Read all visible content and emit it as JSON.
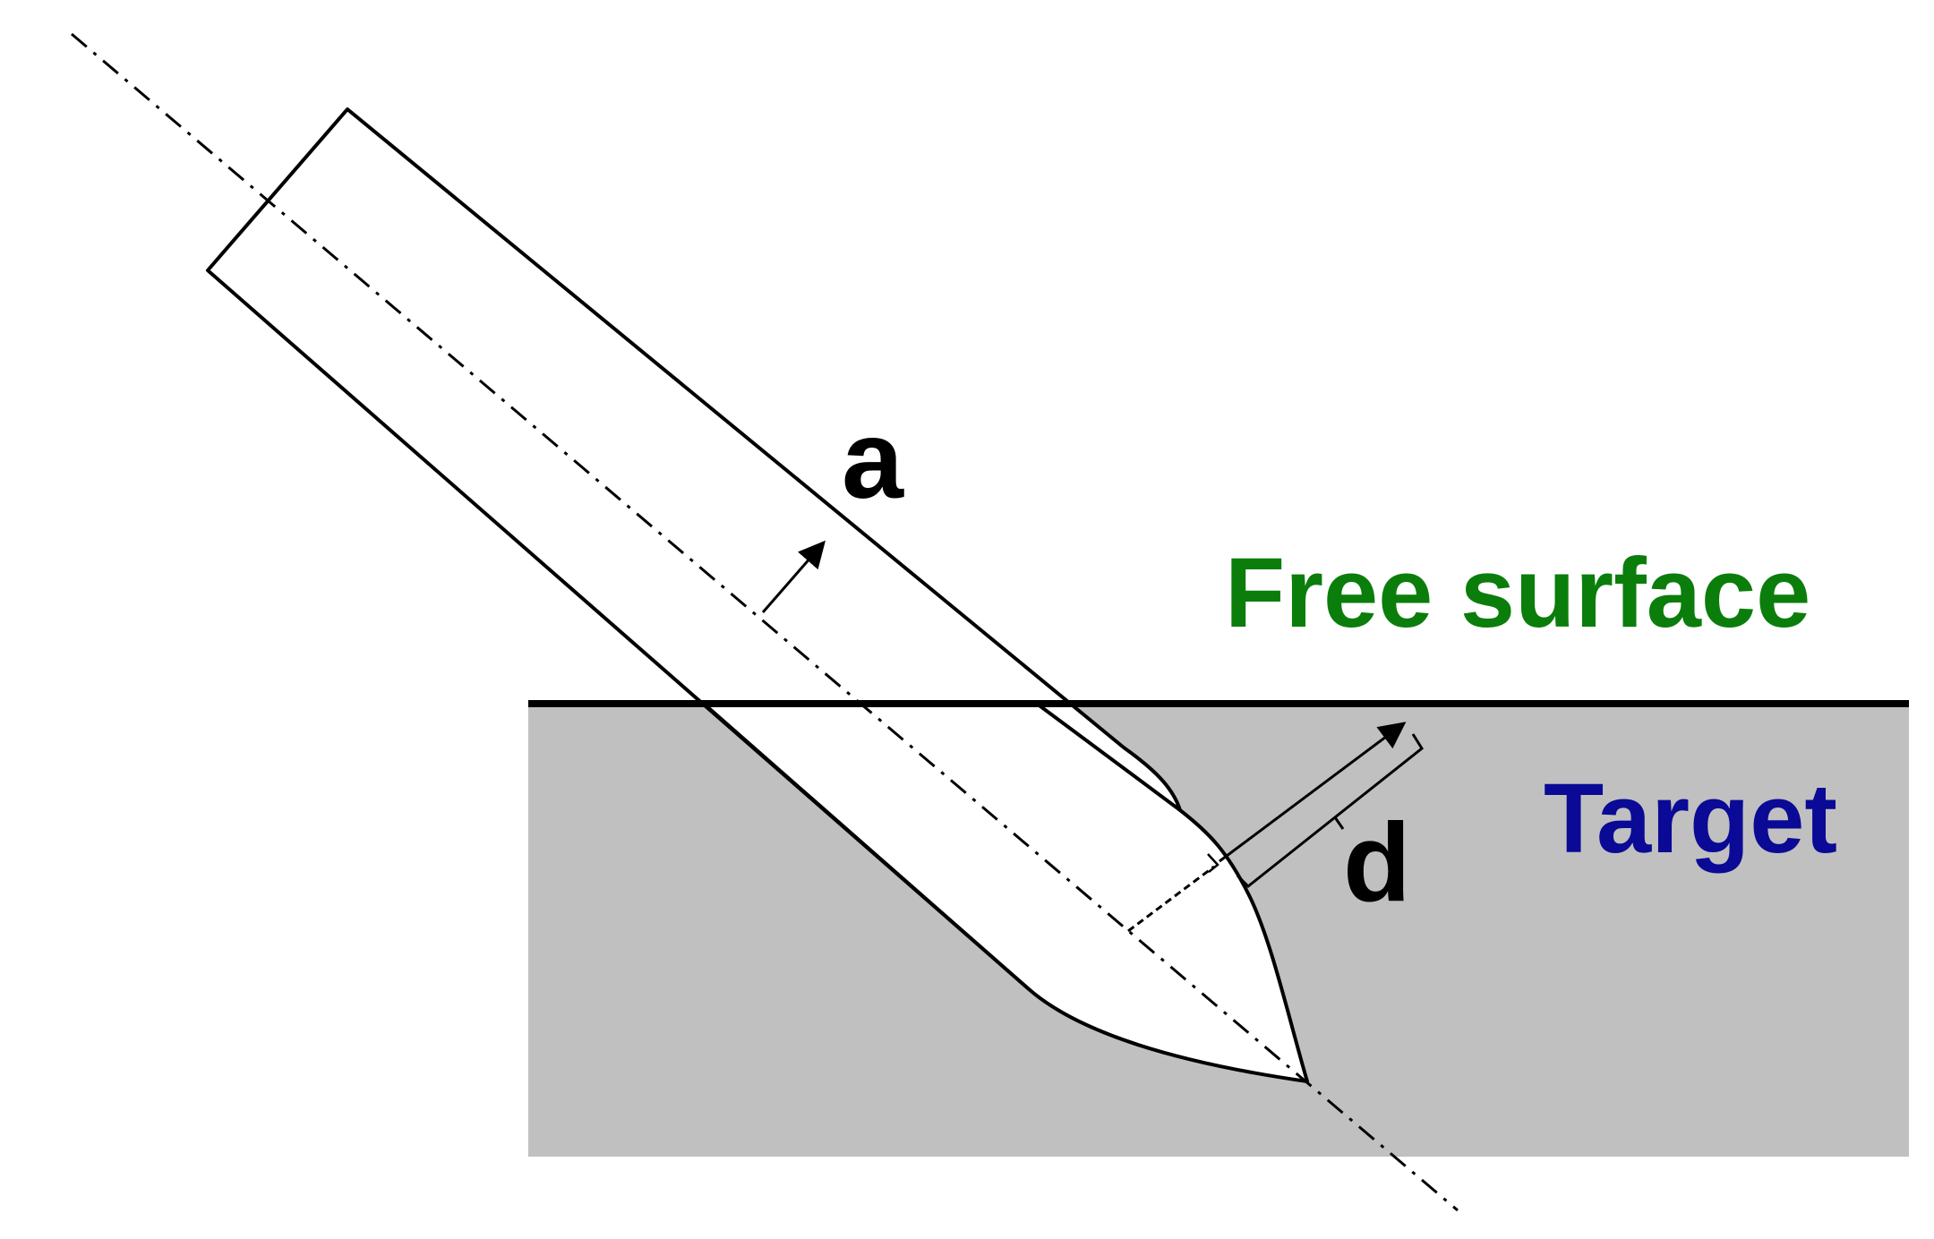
{
  "labels": {
    "a": "a",
    "d": "d",
    "free_surface": "Free surface",
    "target": "Target"
  },
  "colors": {
    "free_surface_text": "#0b7d0b",
    "target_text": "#0a0a96",
    "target_fill": "#c0c0c0",
    "ink": "#000000"
  }
}
